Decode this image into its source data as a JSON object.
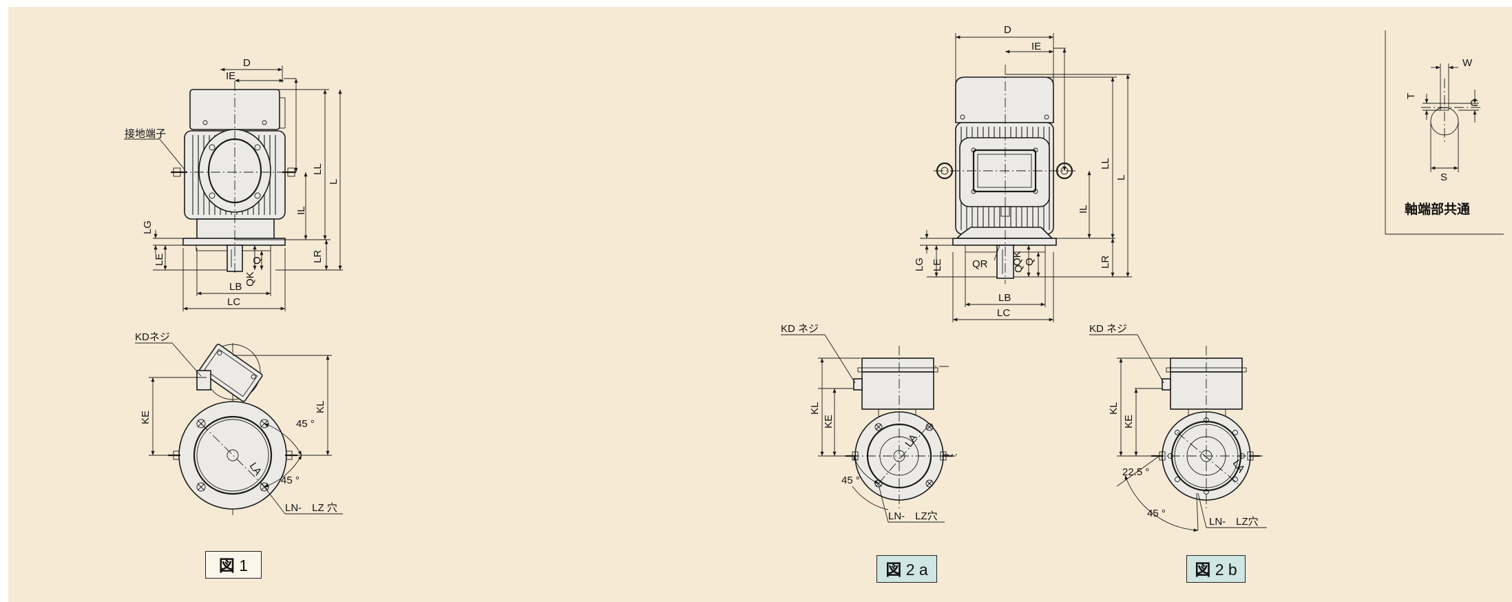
{
  "labels": {
    "D": "D",
    "IE": "IE",
    "L": "L",
    "LL": "LL",
    "IL": "IL",
    "LR": "LR",
    "LG": "LG",
    "LE": "LE",
    "Q": "Q",
    "QK": "QK",
    "QR": "QR",
    "LB": "LB",
    "LC": "LC",
    "KE": "KE",
    "KL": "KL",
    "LA": "LA",
    "W": "W",
    "T": "T",
    "U": "U",
    "S": "S",
    "deg45": "45 °",
    "deg22": "22.5 °",
    "ground_terminal": "接地端子",
    "kd_screw_1": "KDネジ",
    "kd_screw_2": "KD ネジ",
    "ln_lz_hole_1": "LN-　LZ 穴",
    "ln_lz_hole_2": "LN-　LZ穴",
    "shaft_end_common": "軸端部共通"
  },
  "figure_labels": {
    "fig1_kanji": "図",
    "fig1_num": "1",
    "fig2a_kanji": "図",
    "fig2a_num": "2 a",
    "fig2b_kanji": "図",
    "fig2b_num": "2 b"
  },
  "colors": {
    "background": "#f6ead5",
    "outer_background": "#ffffff",
    "figure_label_fig1": "#fbf6ea",
    "figure_label_fig2": "#cfe6e2",
    "line": "#1a1a1a"
  }
}
